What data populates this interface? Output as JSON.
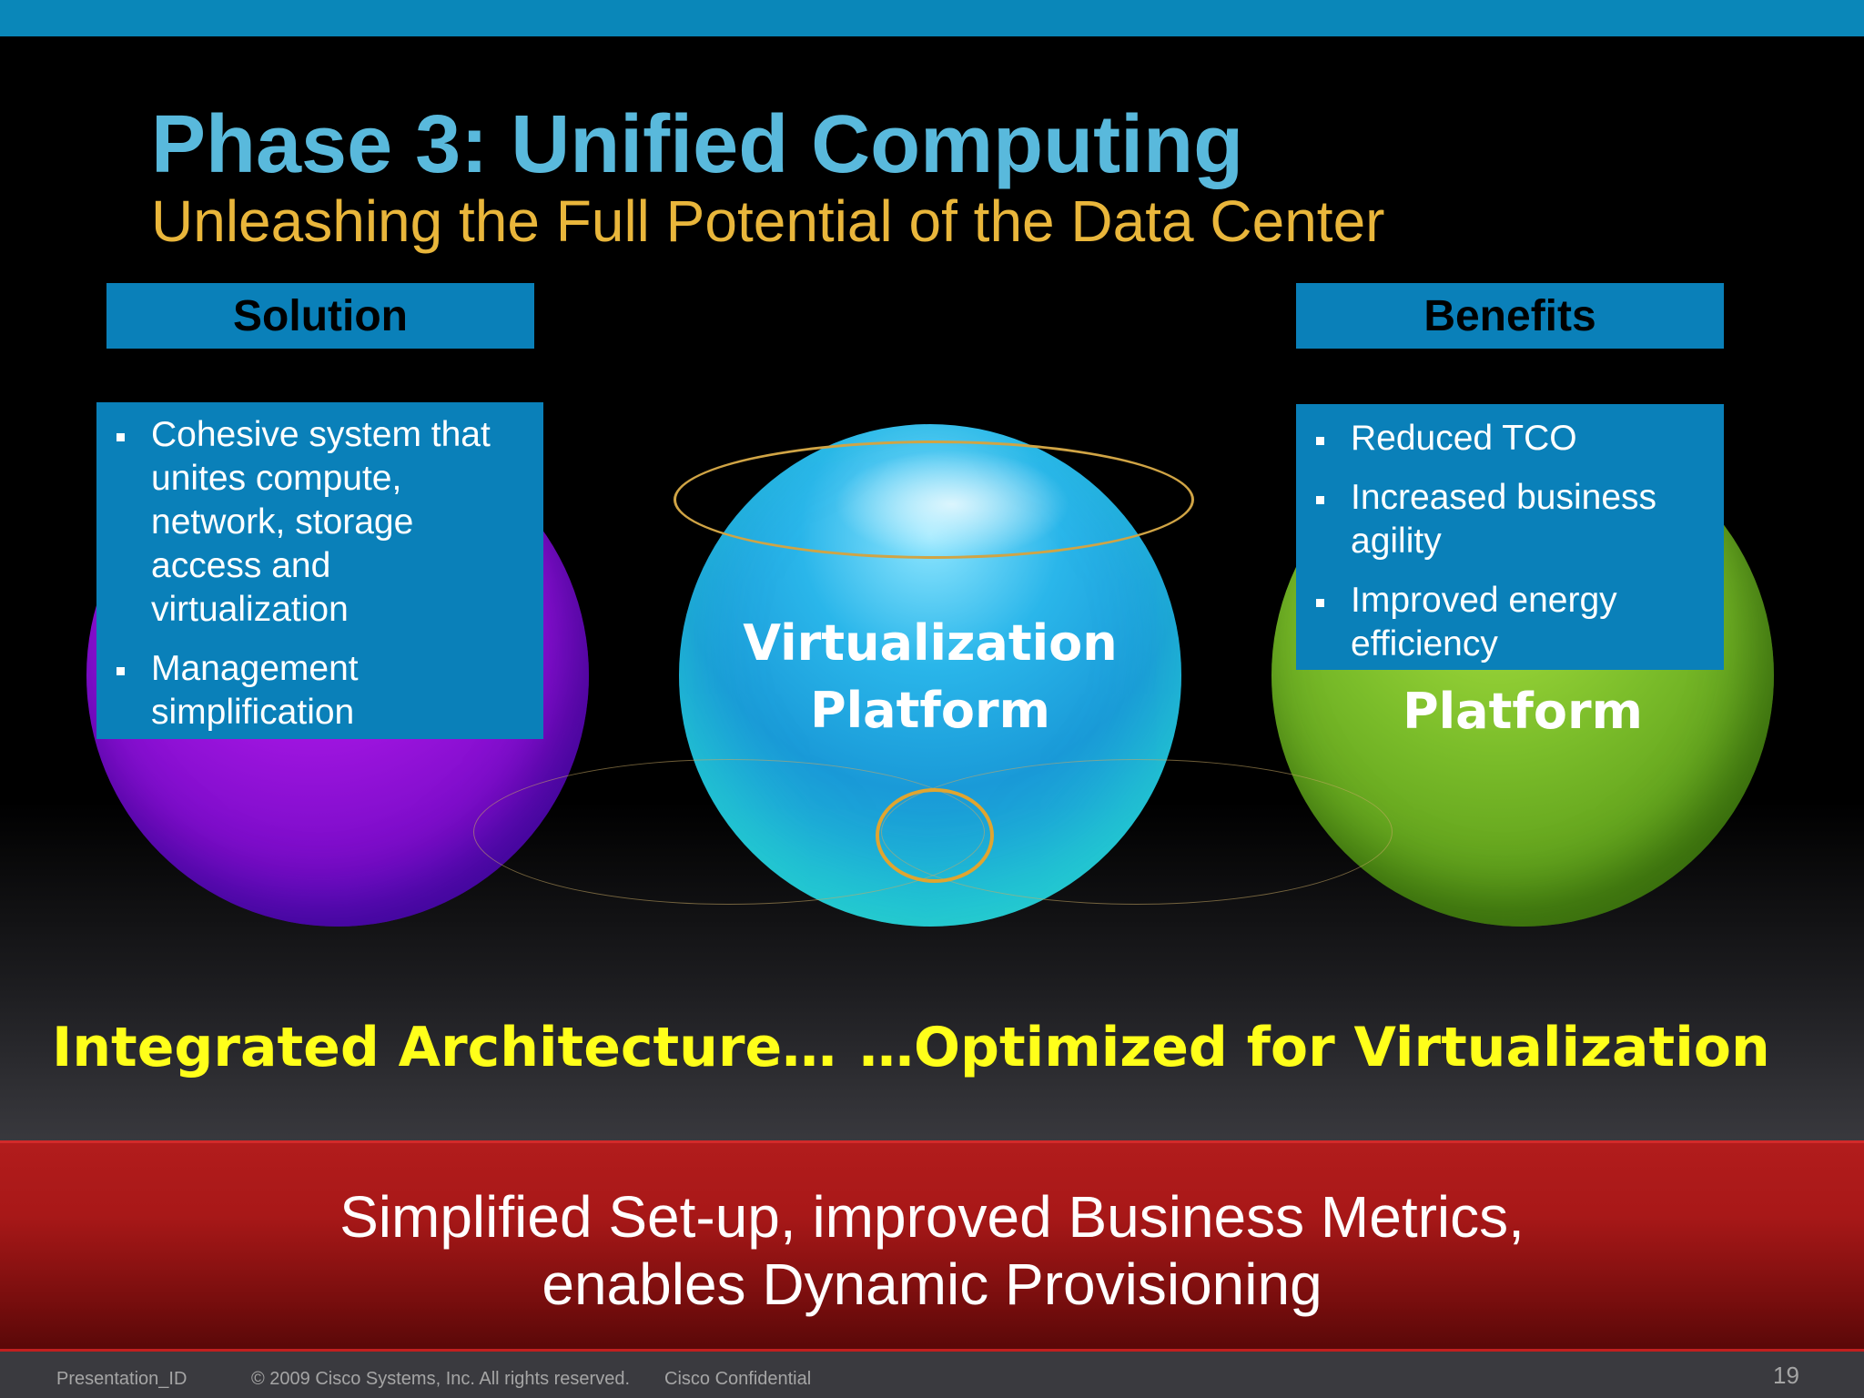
{
  "slide": {
    "title": "Phase 3: Unified Computing",
    "subtitle": "Unleashing the Full Potential of the Data Center",
    "solution": {
      "header": "Solution",
      "items": [
        "Cohesive system that unites compute, network, storage access and virtualization",
        "Management simplification"
      ]
    },
    "benefits": {
      "header": "Benefits",
      "items": [
        "Reduced TCO",
        "Increased business agility",
        "Improved energy efficiency"
      ]
    },
    "spheres": {
      "center_line1": "Virtualization",
      "center_line2": "Platform",
      "right_label": "Platform"
    },
    "captions": {
      "left": "Integrated Architecture…",
      "right": "…Optimized for Virtualization"
    },
    "banner": {
      "line1": "Simplified Set-up, improved Business Metrics,",
      "line2": "enables Dynamic Provisioning"
    },
    "footer": {
      "presentation_id": "Presentation_ID",
      "copyright": "© 2009 Cisco Systems, Inc. All rights reserved.",
      "confidential": "Cisco Confidential",
      "page_number": "19"
    },
    "colors": {
      "top_bar": "#0a87b9",
      "title": "#59b9dc",
      "subtitle": "#e9b63b",
      "box": "#0a80b9",
      "caption": "#ffff1a",
      "banner": "#b21c1c"
    }
  }
}
